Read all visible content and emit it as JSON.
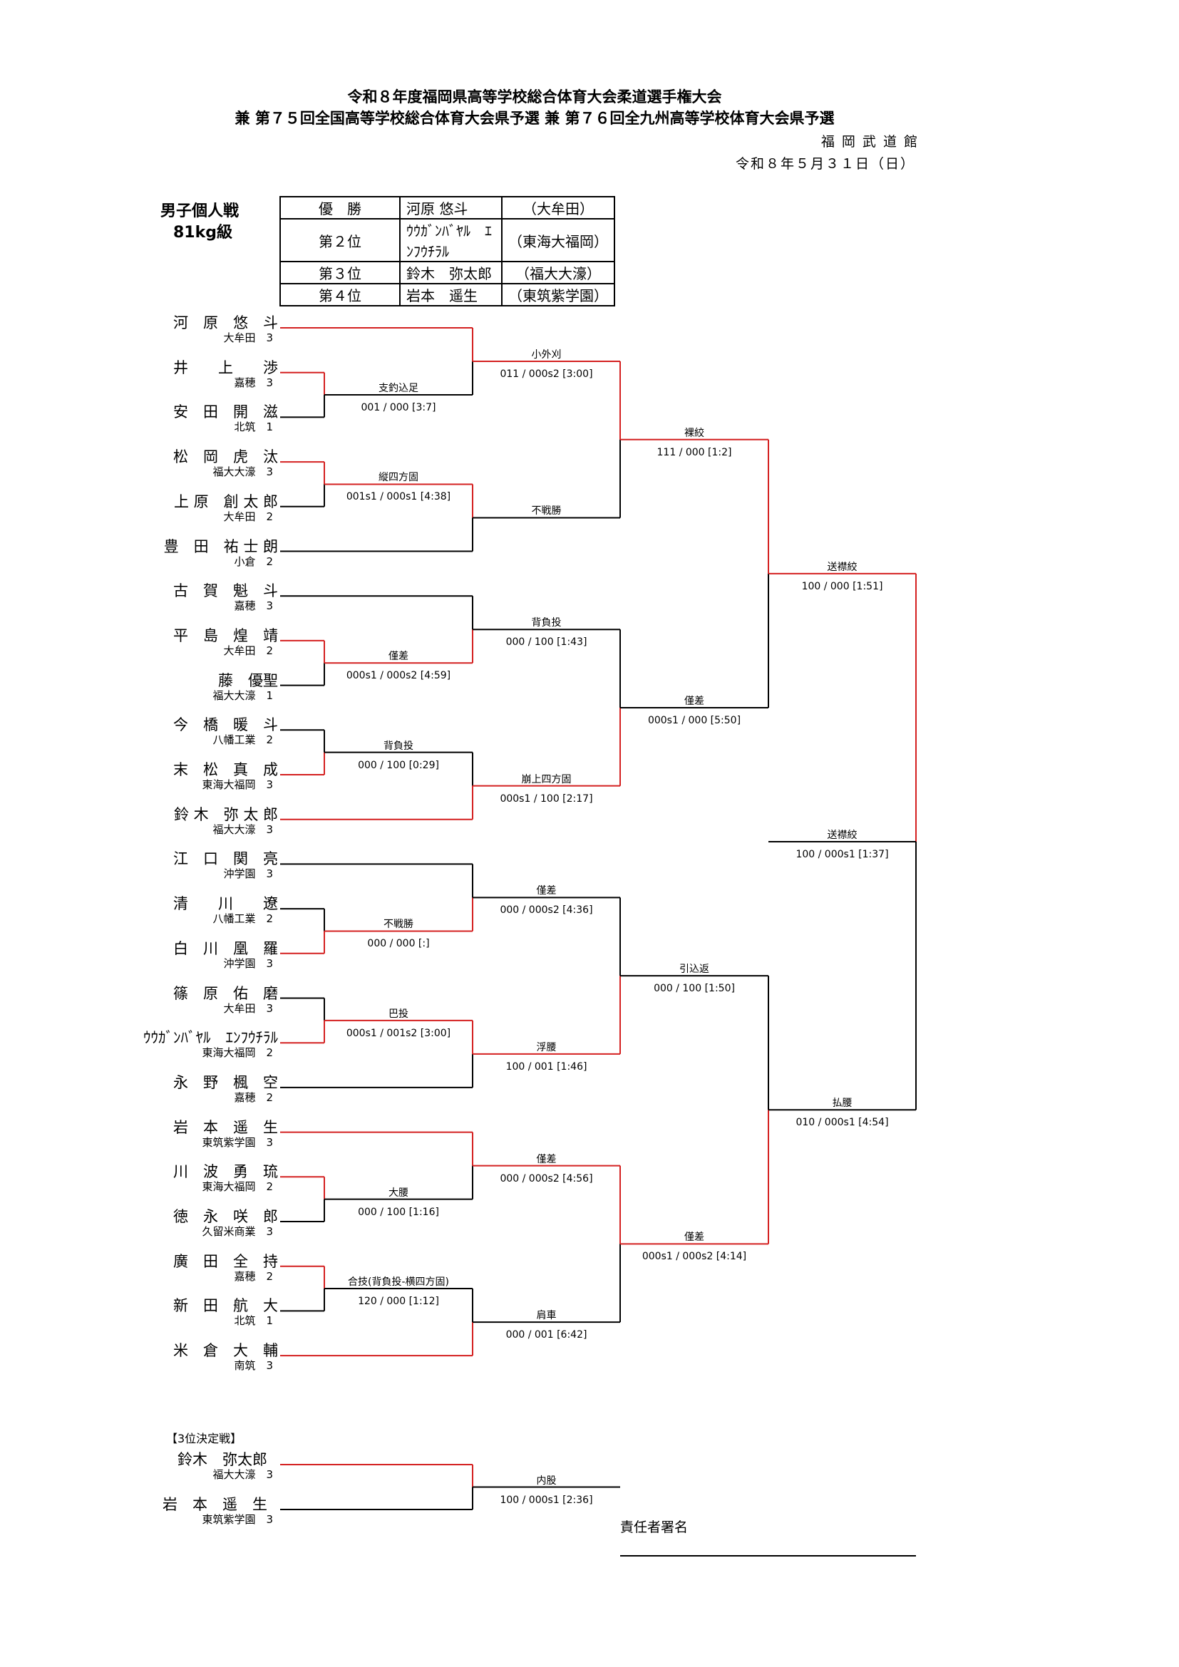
{
  "header": {
    "title1": "令和８年度福岡県高等学校総合体育大会柔道選手権大会",
    "title2": "兼 第７５回全国高等学校総合体育大会県予選 兼 第７６回全九州高等学校体育大会県予選",
    "venue": "福 岡 武 道 館",
    "date": "令和８年５月３１日（日）"
  },
  "category": {
    "line1": "男子個人戦",
    "line2": "81kg級"
  },
  "results": [
    {
      "rank": "優　勝",
      "name": "河原 悠斗",
      "school": "（大牟田）"
    },
    {
      "rank": "第２位",
      "name": "ｳｳｶﾞﾝﾊﾞﾔﾙ　ｴﾝﾌｳﾁﾗﾙ",
      "school": "（東海大福岡）"
    },
    {
      "rank": "第３位",
      "name": "鈴木　弥太郎",
      "school": "（福大大濠）"
    },
    {
      "rank": "第４位",
      "name": "岩本　遥生",
      "school": "（東筑紫学園）"
    }
  ],
  "players": [
    {
      "name": "河　原　悠　斗",
      "school": "大牟田　3"
    },
    {
      "name": "井　　上　　渉",
      "school": "嘉穂　3"
    },
    {
      "name": "安　田　開　滋",
      "school": "北筑　1"
    },
    {
      "name": "松　岡　虎　汰",
      "school": "福大大濠　3"
    },
    {
      "name": "上 原　創 太 郎",
      "school": "大牟田　2"
    },
    {
      "name": "豊　田　祐 士 朗",
      "school": "小倉　2"
    },
    {
      "name": "古　賀　魁　斗",
      "school": "嘉穂　3"
    },
    {
      "name": "平　島　煌　靖",
      "school": "大牟田　2"
    },
    {
      "name": "藤　優聖",
      "school": "福大大濠　1"
    },
    {
      "name": "今　橋　暖　斗",
      "school": "八幡工業　2"
    },
    {
      "name": "末　松　真　成",
      "school": "東海大福岡　3"
    },
    {
      "name": "鈴 木　弥 太 郎",
      "school": "福大大濠　3"
    },
    {
      "name": "江　口　関　亮",
      "school": "沖学園　3"
    },
    {
      "name": "清　　川　　遼",
      "school": "八幡工業　2"
    },
    {
      "name": "白　川　凰　羅",
      "school": "沖学園　3"
    },
    {
      "name": "篠　原　佑　磨",
      "school": "大牟田　3"
    },
    {
      "name": "ｳｳｶﾞﾝﾊﾞﾔﾙ　ｴﾝﾌｳﾁﾗﾙ",
      "school": "東海大福岡　2"
    },
    {
      "name": "永　野　楓　空",
      "school": "嘉穂　2"
    },
    {
      "name": "岩　本　遥　生",
      "school": "東筑紫学園　3"
    },
    {
      "name": "川　波　勇　琉",
      "school": "東海大福岡　2"
    },
    {
      "name": "徳　永　咲　郎",
      "school": "久留米商業　3"
    },
    {
      "name": "廣　田　全　持",
      "school": "嘉穂　2"
    },
    {
      "name": "新　田　航　大",
      "school": "北筑　1"
    },
    {
      "name": "米　倉　大　輔",
      "school": "南筑　3"
    }
  ],
  "matches": [
    {
      "tech": "支釣込足",
      "score": "001 / 000 [3:7]"
    },
    {
      "tech": "縦四方固",
      "score": "001s1 / 000s1 [4:38]"
    },
    {
      "tech": "僅差",
      "score": "000s1 / 000s2 [4:59]"
    },
    {
      "tech": "背負投",
      "score": "000 / 100 [0:29]"
    },
    {
      "tech": "不戦勝",
      "score": "000 / 000 [:]"
    },
    {
      "tech": "巴投",
      "score": "000s1 / 001s2 [3:00]"
    },
    {
      "tech": "大腰",
      "score": "000 / 100 [1:16]"
    },
    {
      "tech": "合技(背負投-横四方固)",
      "score": "120 / 000 [1:12]"
    },
    {
      "tech": "小外刈",
      "score": "011 / 000s2 [3:00]"
    },
    {
      "tech": "不戦勝",
      "score": ""
    },
    {
      "tech": "背負投",
      "score": "000 / 100 [1:43]"
    },
    {
      "tech": "崩上四方固",
      "score": "000s1 / 100 [2:17]"
    },
    {
      "tech": "僅差",
      "score": "000 / 000s2 [4:36]"
    },
    {
      "tech": "浮腰",
      "score": "100 / 001 [1:46]"
    },
    {
      "tech": "僅差",
      "score": "000 / 000s2 [4:56]"
    },
    {
      "tech": "肩車",
      "score": "000 / 001 [6:42]"
    },
    {
      "tech": "裸絞",
      "score": "111 / 000 [1:2]"
    },
    {
      "tech": "僅差",
      "score": "000s1 / 000 [5:50]"
    },
    {
      "tech": "引込返",
      "score": "000 / 100 [1:50]"
    },
    {
      "tech": "僅差",
      "score": "000s1 / 000s2 [4:14]"
    },
    {
      "tech": "送襟絞",
      "score": "100 / 000 [1:51]"
    },
    {
      "tech": "払腰",
      "score": "010 / 000s1 [4:54]"
    },
    {
      "tech": "送襟絞",
      "score": "100 / 000s1 [1:37]"
    }
  ],
  "third_place": {
    "title": "【3位決定戦】",
    "players": [
      {
        "name": "鈴木　弥太郎",
        "school": "福大大濠　3"
      },
      {
        "name": "岩　本　遥　生",
        "school": "東筑紫学園　3"
      }
    ],
    "match": {
      "tech": "内股",
      "score": "100 / 000s1 [2:36]"
    }
  },
  "signature": {
    "label": "責任者署名"
  },
  "colors": {
    "win": "#d42020",
    "line": "#000000"
  }
}
